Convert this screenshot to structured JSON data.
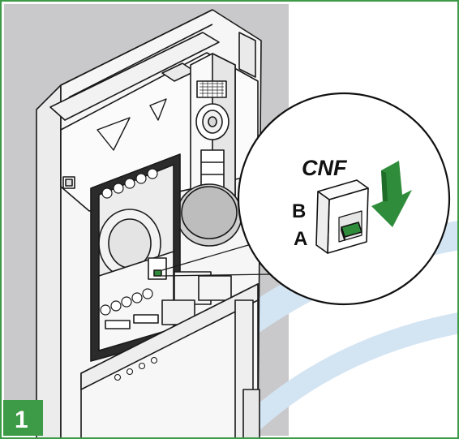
{
  "step": {
    "number": "1",
    "badge_color": "#3d9a46"
  },
  "callout": {
    "title": "CNF",
    "position_upper": "B",
    "position_lower": "A",
    "arrow_direction": "down",
    "arrow_icon": "arrow-down-icon",
    "switch_color": "#2f8c3a"
  },
  "colors": {
    "panel_gray": "#c9c9cb",
    "border_green": "#3d9a46",
    "accent_blue": "#cfe2f3"
  }
}
